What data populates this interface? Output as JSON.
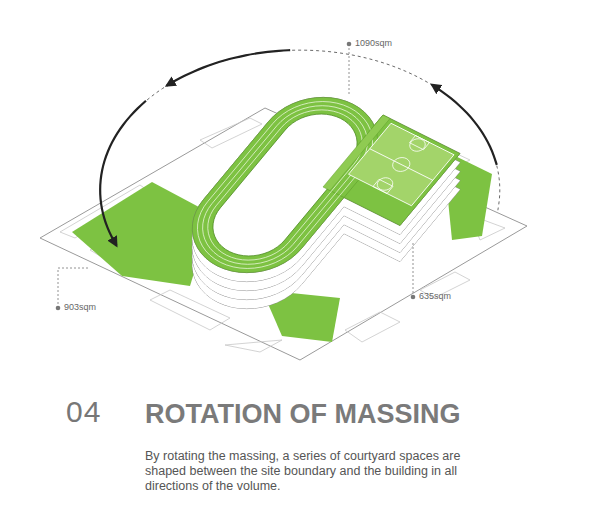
{
  "diagram": {
    "title": "ROTATION OF MASSING",
    "caption": "By rotating the massing, a series of courtyard spaces are shaped between the site boundary and the building in all directions of the volume.",
    "labels": [
      "1090sqm",
      "903sqm",
      "635sqm",
      "04"
    ]
  }
}
